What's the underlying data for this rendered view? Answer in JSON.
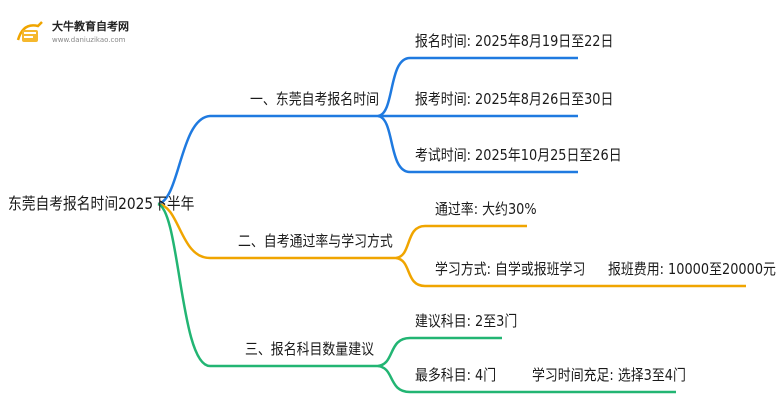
{
  "logo": {
    "title": "大牛教育自考网",
    "url": "www.daniuzikao.com"
  },
  "root": {
    "label": "东莞自考报名时间2025下半年"
  },
  "branches": [
    {
      "label": "一、东莞自考报名时间",
      "color": "#1f7ae0",
      "leaves": [
        {
          "label": "报名时间: 2025年8月19日至22日"
        },
        {
          "label": "报考时间: 2025年8月26日至30日"
        },
        {
          "label": "考试时间: 2025年10月25日至26日"
        }
      ]
    },
    {
      "label": "二、自考通过率与学习方式",
      "color": "#f0a500",
      "leaves": [
        {
          "label": "通过率: 大约30%"
        },
        {
          "label": "学习方式: 自学或报班学习",
          "child": {
            "label": "报班费用: 10000至20000元"
          }
        }
      ]
    },
    {
      "label": "三、报名科目数量建议",
      "color": "#22b573",
      "leaves": [
        {
          "label": "建议科目: 2至3门"
        },
        {
          "label": "最多科目: 4门",
          "child": {
            "label": "学习时间充足: 选择3至4门"
          }
        }
      ]
    }
  ]
}
